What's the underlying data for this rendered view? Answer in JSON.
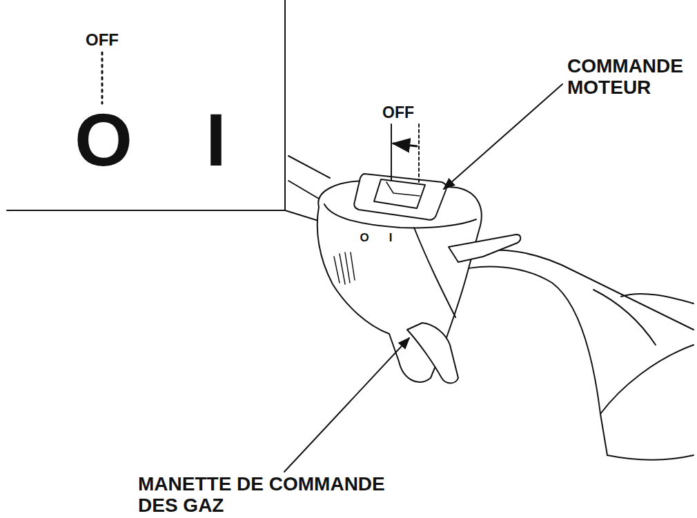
{
  "diagram": {
    "labels": [
      "OFF",
      "O",
      "I",
      "OFF",
      "COMMANDE MOTEUR",
      "O",
      "I",
      "MANETTE DE COMMANDE DES GAZ"
    ]
  }
}
